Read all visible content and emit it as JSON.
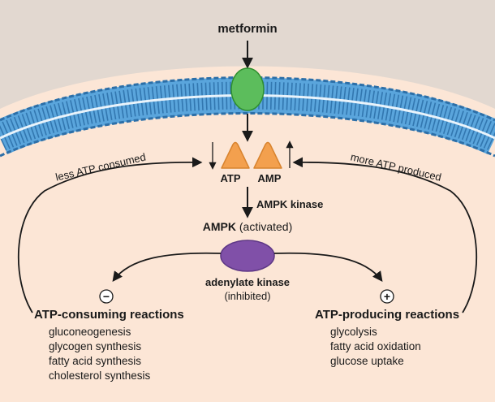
{
  "drug": {
    "label": "metformin"
  },
  "nucleotides": {
    "atp": "ATP",
    "amp": "AMP"
  },
  "enzymes": {
    "ampk_kinase": "AMPK kinase",
    "ampk": "AMPK",
    "ampk_state": "(activated)",
    "adenylate_kinase": "adenylate kinase",
    "adenylate_state": "(inhibited)"
  },
  "feedback": {
    "left_label": "less ATP consumed",
    "right_label": "more ATP produced"
  },
  "consuming": {
    "sign": "−",
    "title": "ATP-consuming reactions",
    "items": [
      "gluconeogenesis",
      "glycogen synthesis",
      "fatty acid synthesis",
      "cholesterol synthesis"
    ]
  },
  "producing": {
    "sign": "+",
    "title": "ATP-producing reactions",
    "items": [
      "glycolysis",
      "fatty acid oxidation",
      "glucose uptake"
    ]
  },
  "colors": {
    "outside": "#e2d8d0",
    "cytoplasm": "#fce6d6",
    "membrane": "#5aa5dc",
    "membrane_dark": "#2c6fa8",
    "transporter": "#5cbd5c",
    "nucleotide": "#f3a04e",
    "enzyme": "#8050a8"
  }
}
